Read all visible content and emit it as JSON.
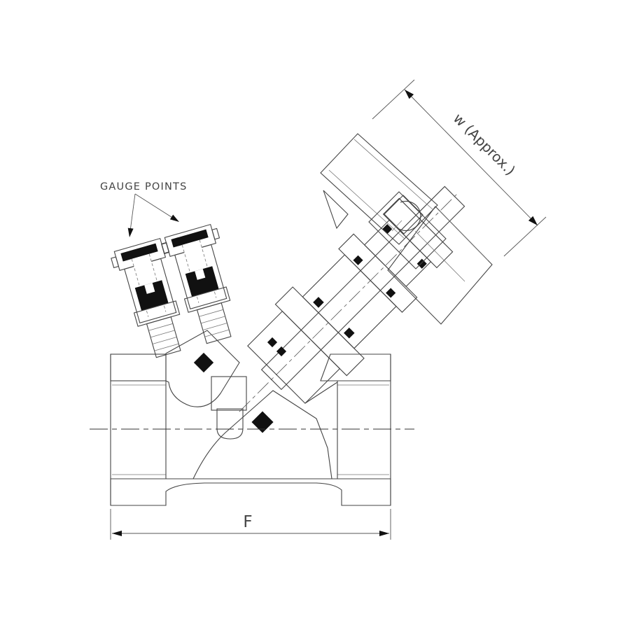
{
  "drawing": {
    "background_color": "#ffffff",
    "line_color": "#444444",
    "seal_fill_color": "#111111",
    "labels": {
      "gauge_points": "GAUGE POINTS",
      "dimension_w": "w (Approx.)",
      "dimension_f": "F"
    }
  }
}
